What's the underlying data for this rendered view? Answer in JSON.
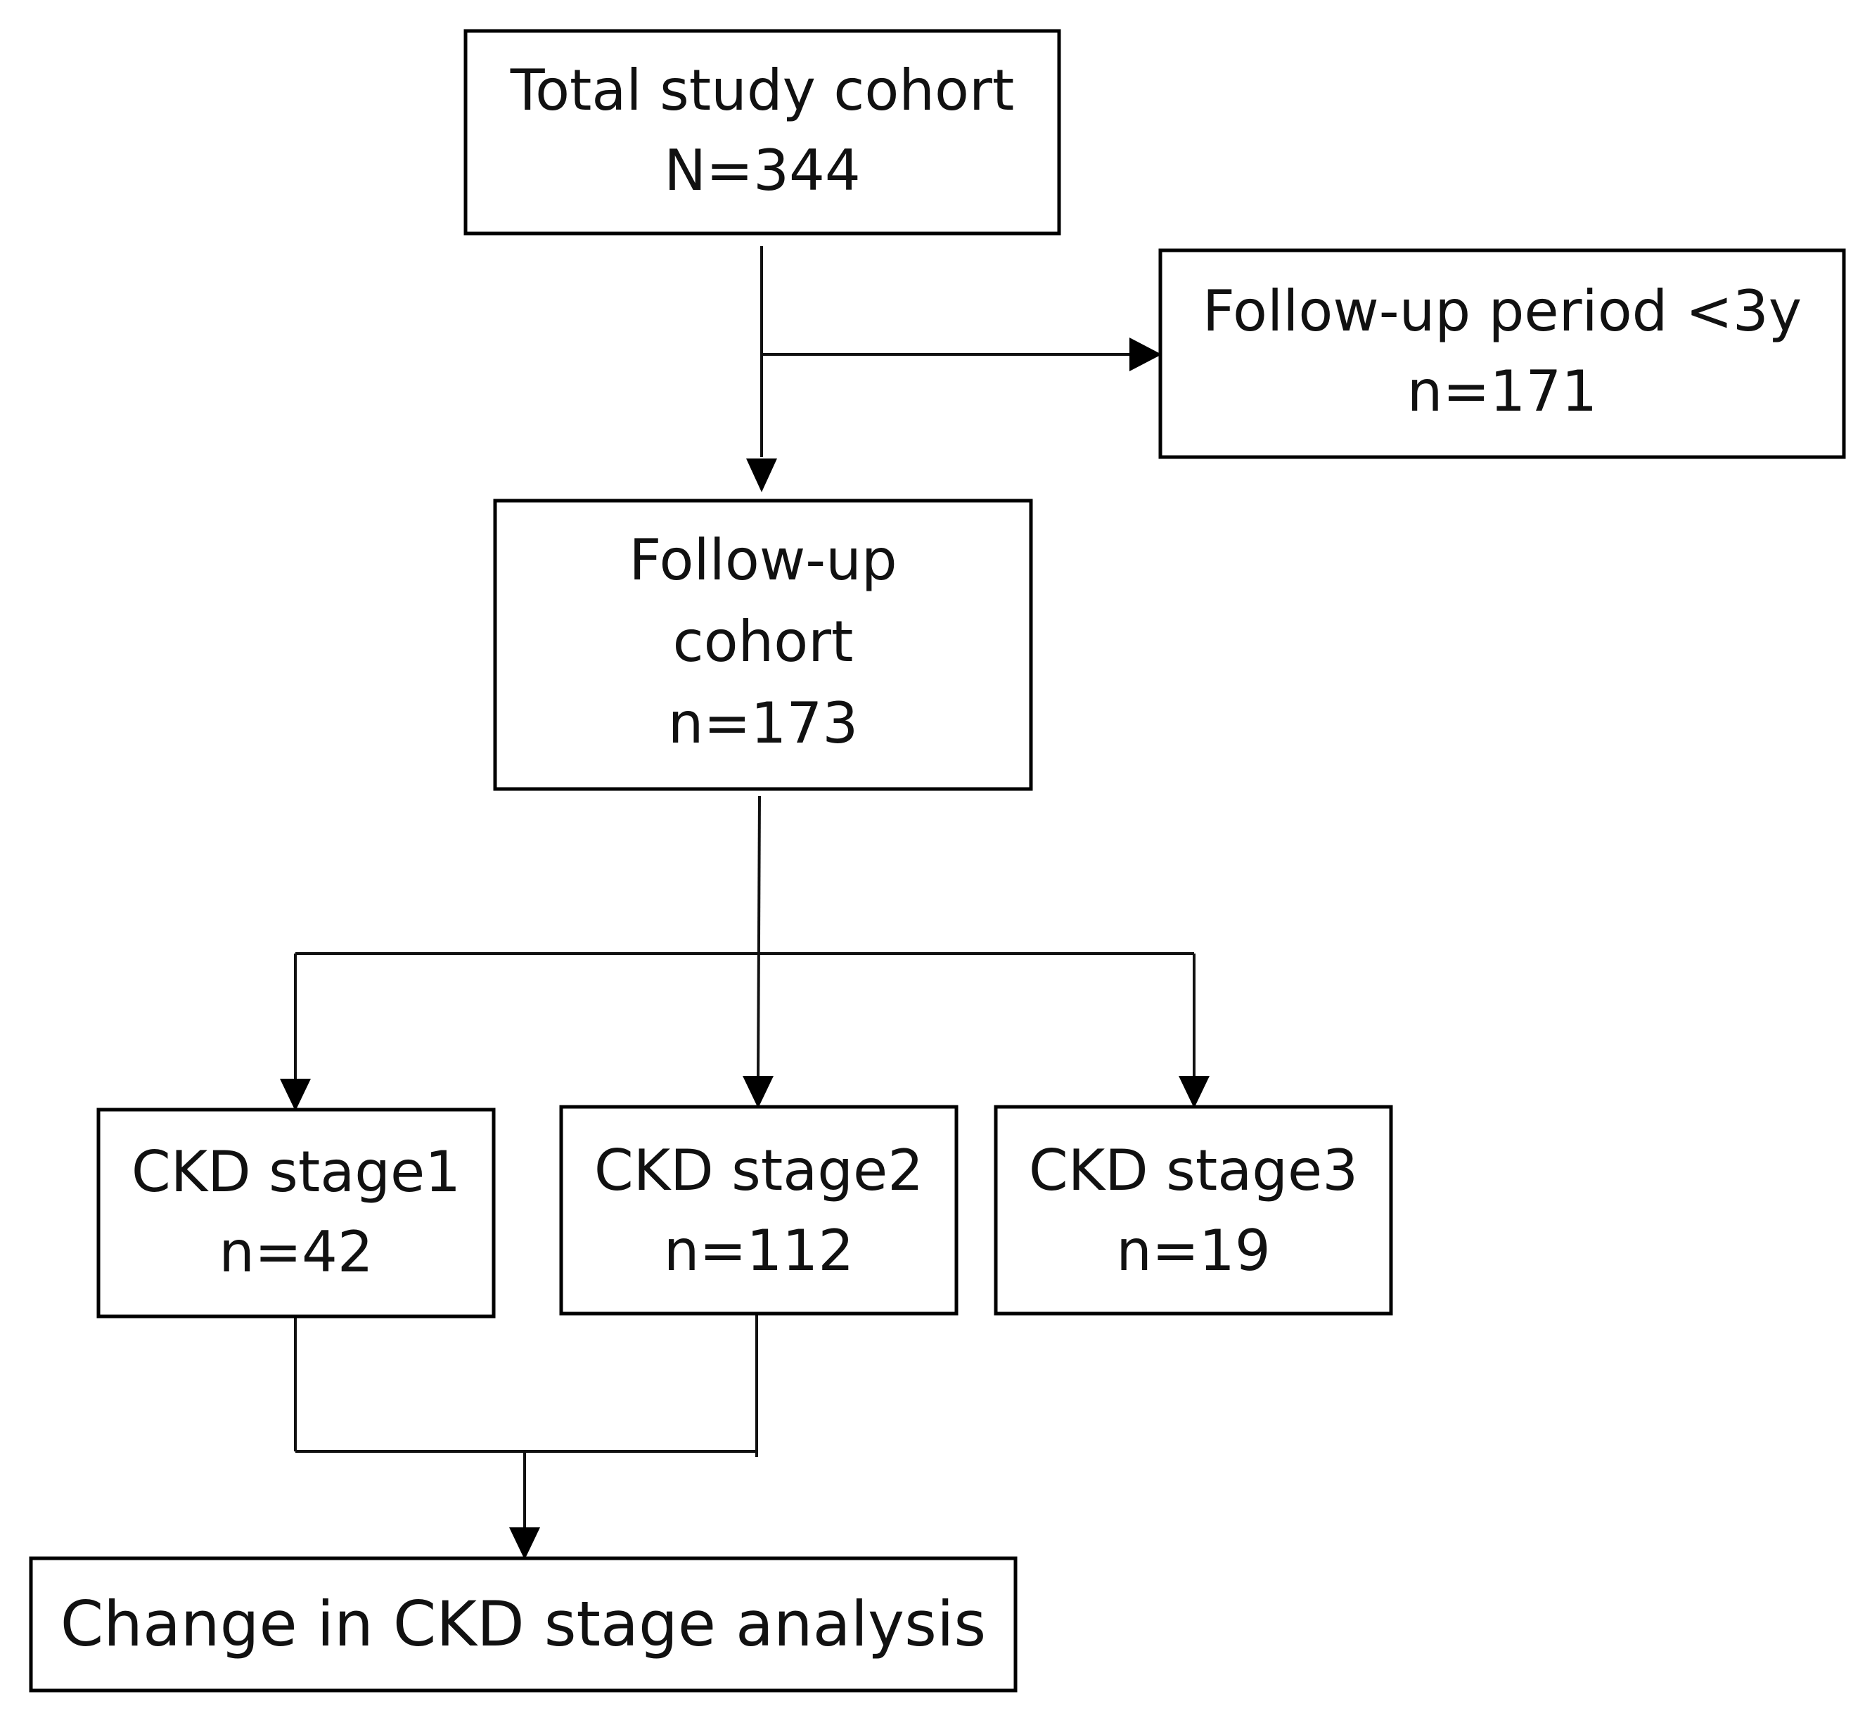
{
  "boxes": {
    "total": {
      "line1": "Total study cohort",
      "line2": "N=344"
    },
    "excluded": {
      "line1": "Follow-up period <3y",
      "line2": "n=171"
    },
    "followup": {
      "line1": "Follow-up",
      "line2": "cohort",
      "line3": "n=173"
    },
    "stage1": {
      "line1": "CKD stage1",
      "line2": "n=42"
    },
    "stage2": {
      "line1": "CKD stage2",
      "line2": "n=112"
    },
    "stage3": {
      "line1": "CKD stage3",
      "line2": "n=19"
    },
    "final": {
      "line1": "Change in CKD stage analysis"
    }
  }
}
